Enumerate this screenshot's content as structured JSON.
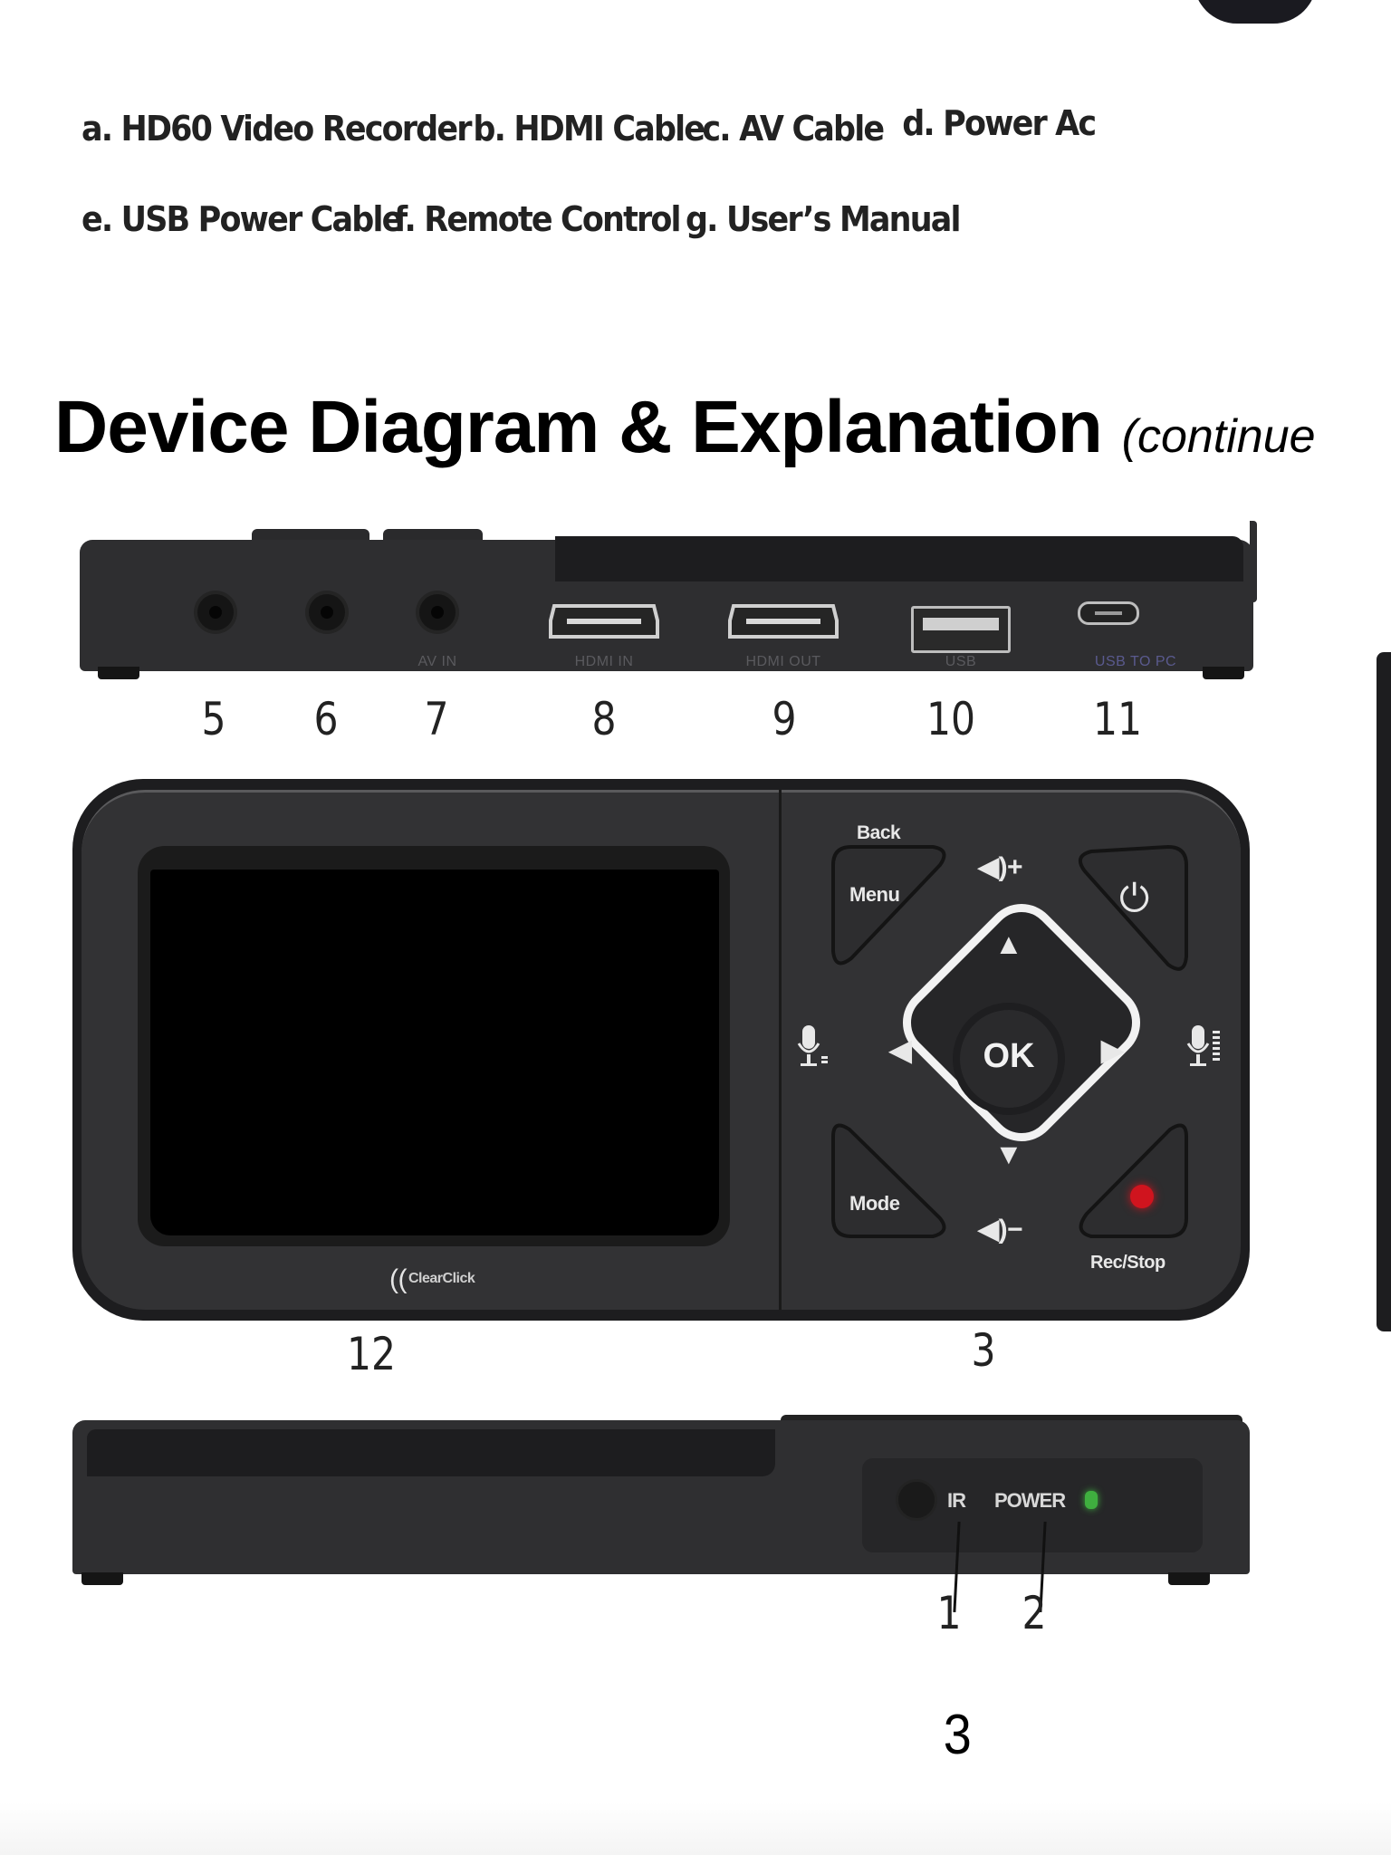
{
  "package_contents": {
    "row1": [
      {
        "letter": "a.",
        "label": "HD60 Video Recorder"
      },
      {
        "letter": "b.",
        "label": "HDMI Cable"
      },
      {
        "letter": "c.",
        "label": "AV Cable"
      },
      {
        "letter": "d.",
        "label": "Power Ac"
      }
    ],
    "row2": [
      {
        "letter": "e.",
        "label": "USB Power Cable"
      },
      {
        "letter": "f.",
        "label": "Remote Control"
      },
      {
        "letter": "g.",
        "label": "User’s Manual"
      }
    ]
  },
  "section": {
    "title": "Device Diagram & Explanation",
    "subtitle": "(continue"
  },
  "top_view": {
    "ports": [
      {
        "id": "5",
        "type": "audio-jack",
        "label": ""
      },
      {
        "id": "6",
        "type": "audio-jack",
        "label": ""
      },
      {
        "id": "7",
        "type": "audio-jack",
        "label": "AV IN"
      },
      {
        "id": "8",
        "type": "hdmi",
        "label": "HDMI IN"
      },
      {
        "id": "9",
        "type": "hdmi",
        "label": "HDMI OUT"
      },
      {
        "id": "10",
        "type": "usb-a",
        "label": "USB"
      },
      {
        "id": "11",
        "type": "micro-usb",
        "label": "USB TO PC"
      }
    ]
  },
  "front_view": {
    "brand": "ClearClick",
    "screen_callout": "12",
    "keypad_callout": "3",
    "keys": {
      "back": "Back",
      "menu": "Menu",
      "vol_up": "◀)+",
      "power_icon": "⏻",
      "up": "▲",
      "left": "◀",
      "ok": "OK",
      "right": "▶",
      "down": "▼",
      "mode": "Mode",
      "vol_down": "◀)−",
      "rec_stop": "Rec/Stop",
      "mic_left": "🎙",
      "mic_right": "🎙"
    },
    "colors": {
      "rec": "#d0141e"
    }
  },
  "bottom_view": {
    "ir_label": "IR",
    "power_label": "POWER",
    "callouts": [
      "1",
      "2"
    ],
    "colors": {
      "power_led": "#3fae3f"
    }
  },
  "page_number": "3"
}
